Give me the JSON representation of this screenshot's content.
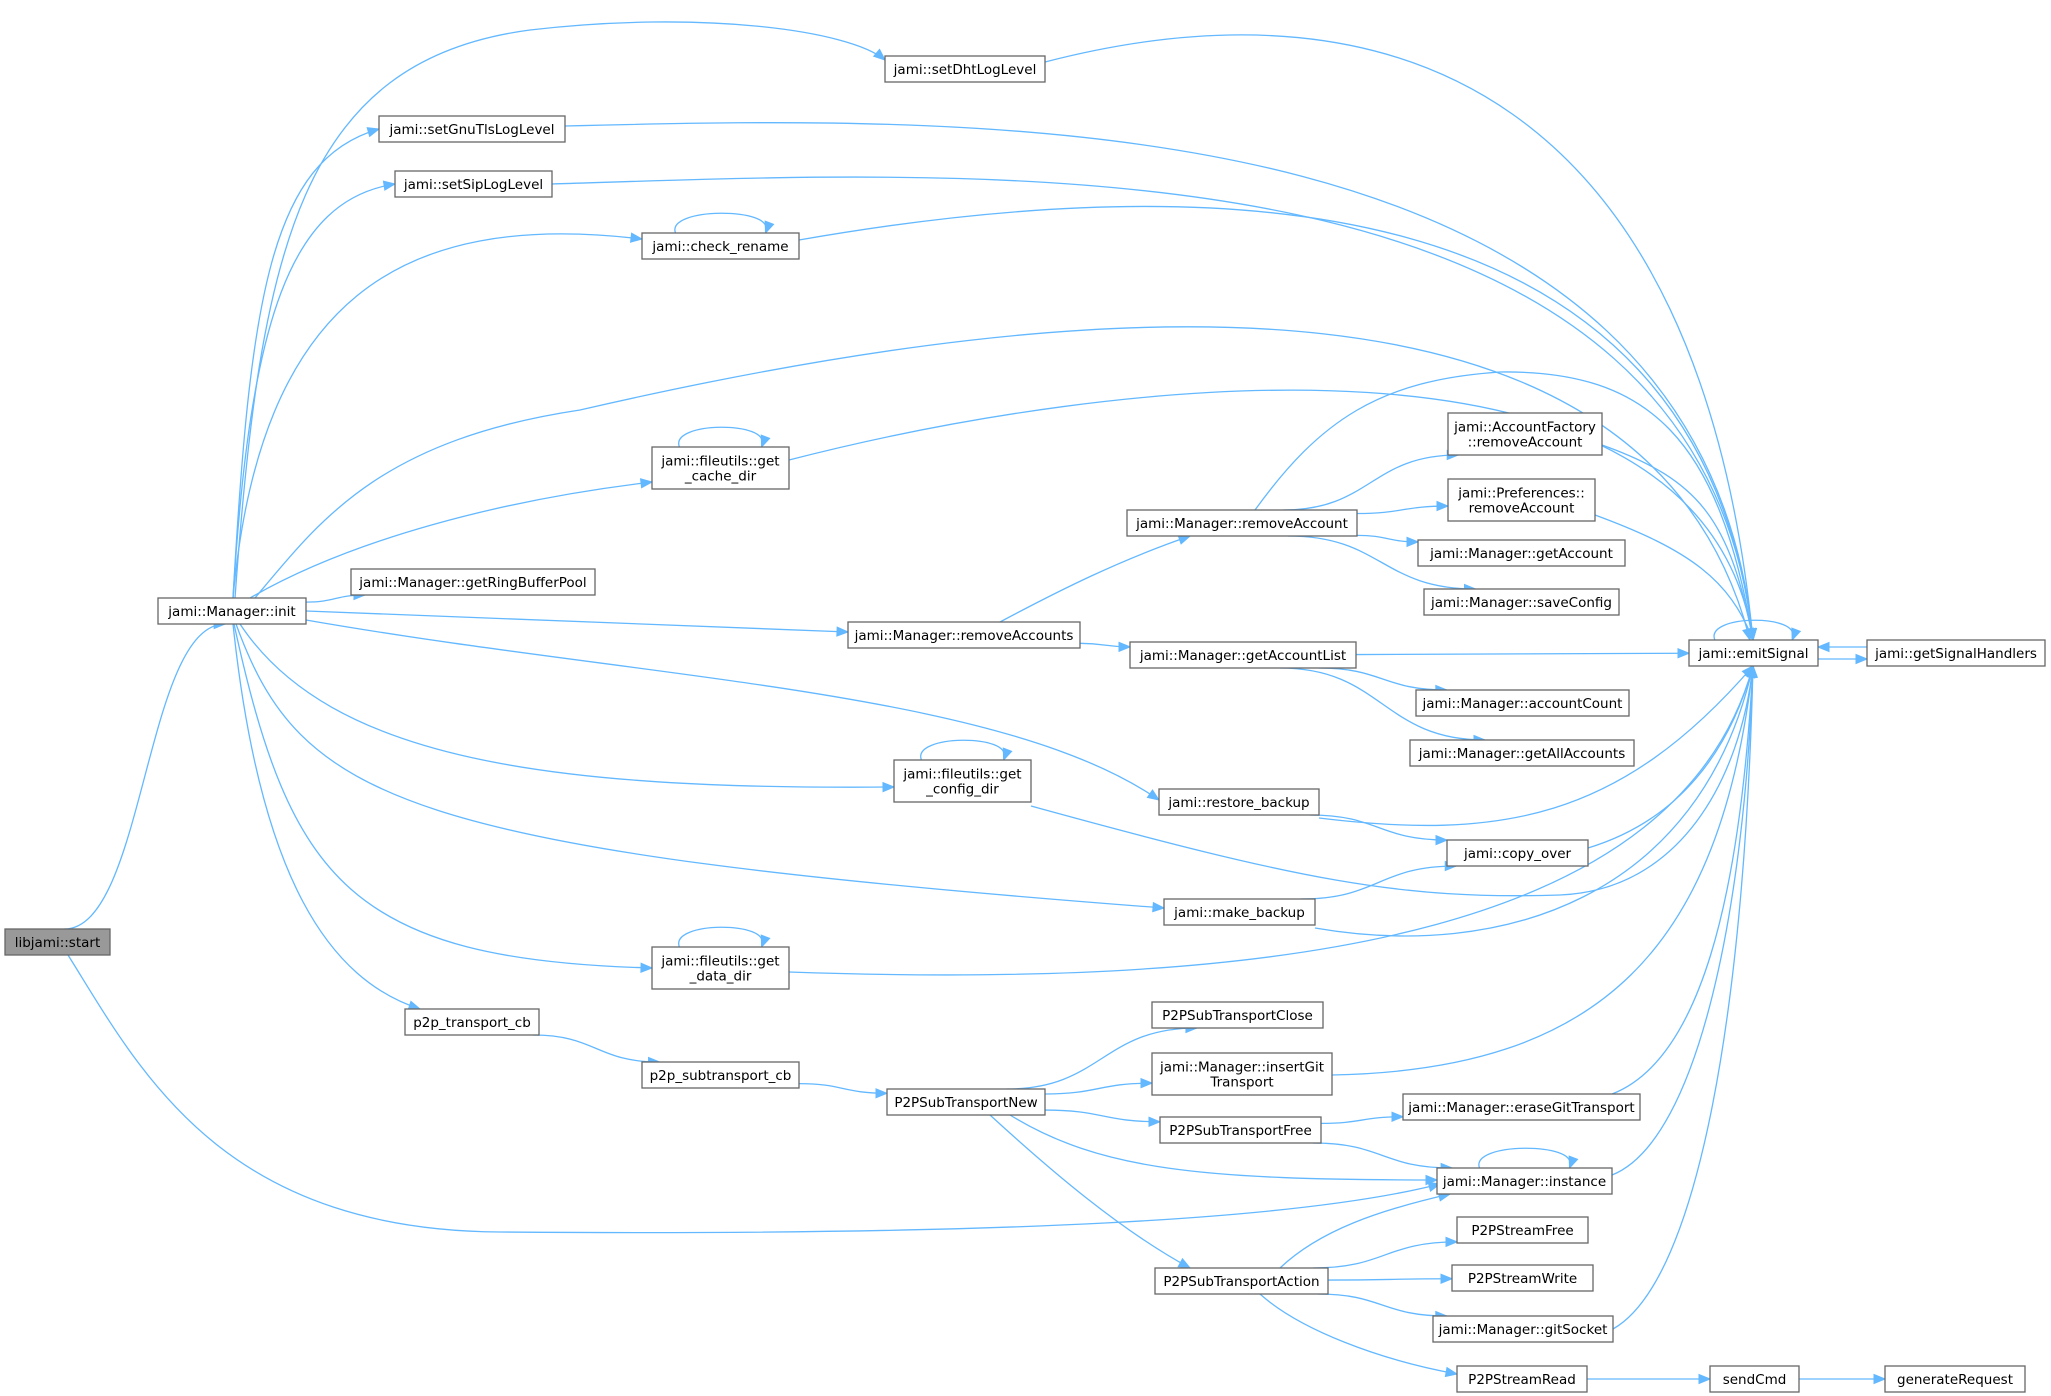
{
  "nodes": [
    {
      "id": "start",
      "lines": [
        "libjami::start"
      ],
      "root": true
    },
    {
      "id": "init",
      "lines": [
        "jami::Manager::init"
      ]
    },
    {
      "id": "setDht",
      "lines": [
        "jami::setDhtLogLevel"
      ]
    },
    {
      "id": "setGnu",
      "lines": [
        "jami::setGnuTlsLogLevel"
      ]
    },
    {
      "id": "setSip",
      "lines": [
        "jami::setSipLogLevel"
      ]
    },
    {
      "id": "checkRename",
      "lines": [
        "jami::check_rename"
      ]
    },
    {
      "id": "cacheDir",
      "lines": [
        "jami::fileutils::get",
        "_cache_dir"
      ]
    },
    {
      "id": "ringBuf",
      "lines": [
        "jami::Manager::getRingBufferPool"
      ]
    },
    {
      "id": "removeAccounts",
      "lines": [
        "jami::Manager::removeAccounts"
      ]
    },
    {
      "id": "removeAccount",
      "lines": [
        "jami::Manager::removeAccount"
      ]
    },
    {
      "id": "afRemove",
      "lines": [
        "jami::AccountFactory",
        "::removeAccount"
      ]
    },
    {
      "id": "prefRemove",
      "lines": [
        "jami::Preferences::",
        "removeAccount"
      ]
    },
    {
      "id": "getAccount",
      "lines": [
        "jami::Manager::getAccount"
      ]
    },
    {
      "id": "saveConfig",
      "lines": [
        "jami::Manager::saveConfig"
      ]
    },
    {
      "id": "getAccountList",
      "lines": [
        "jami::Manager::getAccountList"
      ]
    },
    {
      "id": "accountCount",
      "lines": [
        "jami::Manager::accountCount"
      ]
    },
    {
      "id": "getAllAccounts",
      "lines": [
        "jami::Manager::getAllAccounts"
      ]
    },
    {
      "id": "emitSignal",
      "lines": [
        "jami::emitSignal"
      ]
    },
    {
      "id": "getSigHandlers",
      "lines": [
        "jami::getSignalHandlers"
      ]
    },
    {
      "id": "configDir",
      "lines": [
        "jami::fileutils::get",
        "_config_dir"
      ]
    },
    {
      "id": "restoreBackup",
      "lines": [
        "jami::restore_backup"
      ]
    },
    {
      "id": "copyOver",
      "lines": [
        "jami::copy_over"
      ]
    },
    {
      "id": "makeBackup",
      "lines": [
        "jami::make_backup"
      ]
    },
    {
      "id": "dataDir",
      "lines": [
        "jami::fileutils::get",
        "_data_dir"
      ]
    },
    {
      "id": "p2pTransport",
      "lines": [
        "p2p_transport_cb"
      ]
    },
    {
      "id": "p2pSub",
      "lines": [
        "p2p_subtransport_cb"
      ]
    },
    {
      "id": "subNew",
      "lines": [
        "P2PSubTransportNew"
      ]
    },
    {
      "id": "subClose",
      "lines": [
        "P2PSubTransportClose"
      ]
    },
    {
      "id": "insertGit",
      "lines": [
        "jami::Manager::insertGit",
        "Transport"
      ]
    },
    {
      "id": "subFree",
      "lines": [
        "P2PSubTransportFree"
      ]
    },
    {
      "id": "eraseGit",
      "lines": [
        "jami::Manager::eraseGitTransport"
      ]
    },
    {
      "id": "instance",
      "lines": [
        "jami::Manager::instance"
      ]
    },
    {
      "id": "subAction",
      "lines": [
        "P2PSubTransportAction"
      ]
    },
    {
      "id": "streamFree",
      "lines": [
        "P2PStreamFree"
      ]
    },
    {
      "id": "streamWrite",
      "lines": [
        "P2PStreamWrite"
      ]
    },
    {
      "id": "gitSocket",
      "lines": [
        "jami::Manager::gitSocket"
      ]
    },
    {
      "id": "streamRead",
      "lines": [
        "P2PStreamRead"
      ]
    },
    {
      "id": "sendCmd",
      "lines": [
        "sendCmd"
      ]
    },
    {
      "id": "genRequest",
      "lines": [
        "generateRequest"
      ]
    }
  ],
  "edges": [
    [
      "start",
      "init"
    ],
    [
      "start",
      "instance"
    ],
    [
      "init",
      "setDht"
    ],
    [
      "init",
      "setGnu"
    ],
    [
      "init",
      "setSip"
    ],
    [
      "init",
      "checkRename"
    ],
    [
      "init",
      "emitSignal"
    ],
    [
      "init",
      "cacheDir"
    ],
    [
      "init",
      "ringBuf"
    ],
    [
      "init",
      "removeAccounts"
    ],
    [
      "init",
      "restoreBackup"
    ],
    [
      "init",
      "configDir"
    ],
    [
      "init",
      "makeBackup"
    ],
    [
      "init",
      "dataDir"
    ],
    [
      "init",
      "p2pTransport"
    ],
    [
      "setDht",
      "emitSignal"
    ],
    [
      "setGnu",
      "emitSignal"
    ],
    [
      "setSip",
      "emitSignal"
    ],
    [
      "checkRename",
      "emitSignal"
    ],
    [
      "checkRename",
      "checkRename"
    ],
    [
      "cacheDir",
      "emitSignal"
    ],
    [
      "cacheDir",
      "cacheDir"
    ],
    [
      "removeAccounts",
      "removeAccount"
    ],
    [
      "removeAccounts",
      "getAccountList"
    ],
    [
      "removeAccount",
      "emitSignal"
    ],
    [
      "removeAccount",
      "afRemove"
    ],
    [
      "removeAccount",
      "prefRemove"
    ],
    [
      "removeAccount",
      "getAccount"
    ],
    [
      "removeAccount",
      "saveConfig"
    ],
    [
      "afRemove",
      "emitSignal"
    ],
    [
      "prefRemove",
      "emitSignal"
    ],
    [
      "getAccountList",
      "emitSignal"
    ],
    [
      "getAccountList",
      "accountCount"
    ],
    [
      "getAccountList",
      "getAllAccounts"
    ],
    [
      "emitSignal",
      "emitSignal"
    ],
    [
      "emitSignal",
      "getSigHandlers"
    ],
    [
      "getSigHandlers",
      "emitSignal"
    ],
    [
      "configDir",
      "emitSignal"
    ],
    [
      "configDir",
      "configDir"
    ],
    [
      "restoreBackup",
      "emitSignal"
    ],
    [
      "restoreBackup",
      "copyOver"
    ],
    [
      "copyOver",
      "emitSignal"
    ],
    [
      "makeBackup",
      "copyOver"
    ],
    [
      "makeBackup",
      "emitSignal"
    ],
    [
      "dataDir",
      "emitSignal"
    ],
    [
      "dataDir",
      "dataDir"
    ],
    [
      "p2pTransport",
      "p2pSub"
    ],
    [
      "p2pSub",
      "subNew"
    ],
    [
      "subNew",
      "subClose"
    ],
    [
      "subNew",
      "insertGit"
    ],
    [
      "subNew",
      "subFree"
    ],
    [
      "subNew",
      "instance"
    ],
    [
      "subNew",
      "subAction"
    ],
    [
      "insertGit",
      "emitSignal"
    ],
    [
      "subFree",
      "eraseGit"
    ],
    [
      "subFree",
      "instance"
    ],
    [
      "eraseGit",
      "emitSignal"
    ],
    [
      "instance",
      "emitSignal"
    ],
    [
      "instance",
      "instance"
    ],
    [
      "subAction",
      "instance"
    ],
    [
      "subAction",
      "streamFree"
    ],
    [
      "subAction",
      "streamWrite"
    ],
    [
      "subAction",
      "gitSocket"
    ],
    [
      "subAction",
      "streamRead"
    ],
    [
      "gitSocket",
      "emitSignal"
    ],
    [
      "streamRead",
      "sendCmd"
    ],
    [
      "sendCmd",
      "genRequest"
    ]
  ]
}
